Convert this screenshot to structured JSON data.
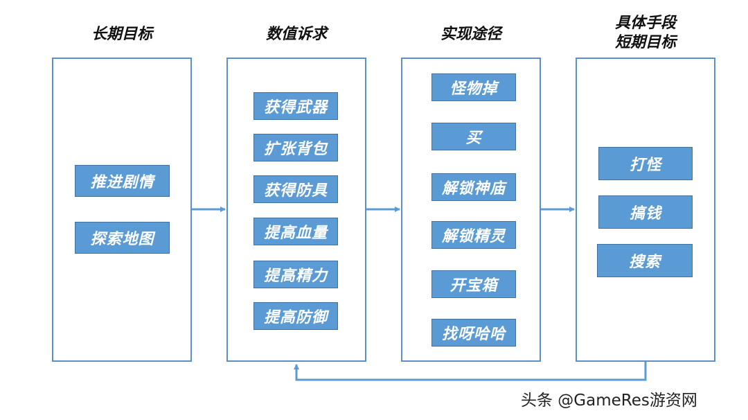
{
  "columns": [
    {
      "title": "长期目标",
      "items": [
        "推进剧情",
        "探索地图"
      ]
    },
    {
      "title": "数值诉求",
      "items": [
        "获得武器",
        "扩张背包",
        "获得防具",
        "提高血量",
        "提高精力",
        "提高防御"
      ]
    },
    {
      "title": "实现途径",
      "items": [
        "怪物掉",
        "买",
        "解锁神庙",
        "解锁精灵",
        "开宝箱",
        "找呀哈哈"
      ]
    },
    {
      "title": "具体手段\n短期目标",
      "items": [
        "打怪",
        "搞钱",
        "搜索"
      ]
    }
  ],
  "colors": {
    "box_border": "#5b8fc9",
    "tag_fill": "#5b9bd5",
    "tag_border": "#41719c",
    "arrow": "#5b9bd5"
  },
  "watermark": "头条 @GameRes游资网"
}
